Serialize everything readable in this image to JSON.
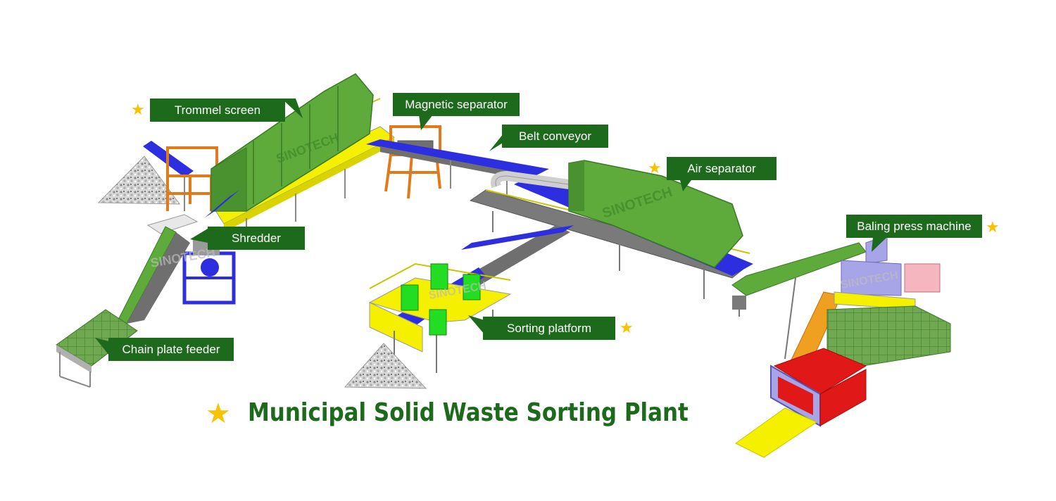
{
  "title": "Municipal Solid Waste Sorting Plant",
  "colors": {
    "callout_bg": "#1d6a1d",
    "callout_text": "#ffffff",
    "star": "#f7c300",
    "machine_green": "#5eaa3a",
    "conveyor_blue": "#2c2ee0",
    "frame_yellow": "#f4f000",
    "frame_orange": "#e07a1a",
    "press_red": "#e01818",
    "press_violet": "#a8a4e8"
  },
  "labels": {
    "trommel": "Trommel screen",
    "magnetic": "Magnetic separator",
    "belt": "Belt conveyor",
    "air": "Air separator",
    "shredder": "Shredder",
    "baling": "Baling press machine",
    "sorting": "Sorting platform",
    "chain": "Chain plate feeder"
  },
  "watermark": "SINOTECH"
}
